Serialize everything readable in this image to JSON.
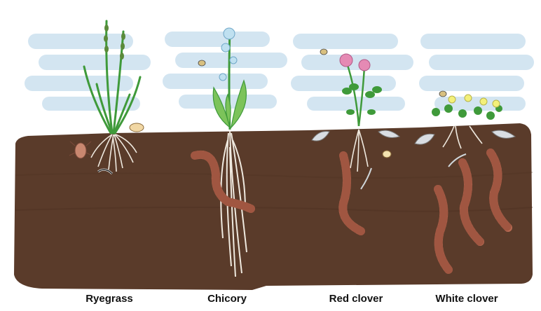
{
  "plants": [
    {
      "id": "ryegrass",
      "label": "Ryegrass"
    },
    {
      "id": "chicory",
      "label": "Chicory"
    },
    {
      "id": "red-clover",
      "label": "Red clover"
    },
    {
      "id": "white-clover",
      "label": "White clover"
    }
  ],
  "colors": {
    "soil": "#5a3b2a",
    "soil_dark": "#4a2f20",
    "cloud": "#cfe3f0",
    "earthworm": "#b86a52",
    "earthworm_stripe": "#8f4a37",
    "leaf": "#3f9a3a",
    "leaf_light": "#7cc35a",
    "root": "#efe9df",
    "red_clover_flower": "#e58ab4",
    "white_clover_flower": "#f3f07a",
    "chicory_flower": "#bfe0f0"
  }
}
